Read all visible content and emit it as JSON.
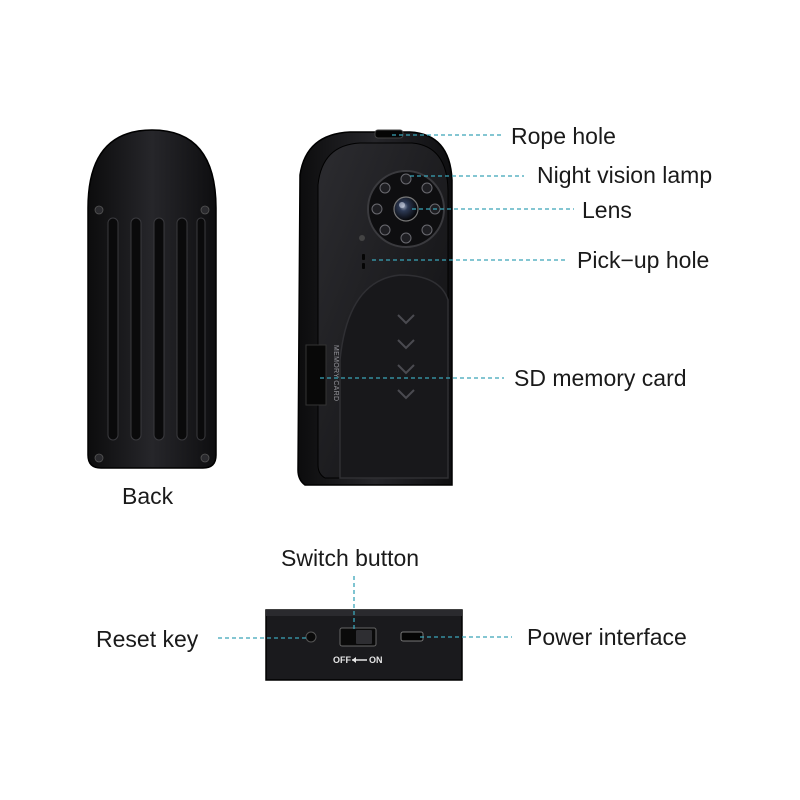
{
  "labels": {
    "rope_hole": "Rope hole",
    "night_vision_lamp": "Night vision lamp",
    "lens": "Lens",
    "pickup_hole": "Pick−up hole",
    "sd_memory_card": "SD memory card",
    "back": "Back",
    "switch_button": "Switch button",
    "reset_key": "Reset key",
    "power_interface": "Power interface"
  },
  "device_markings": {
    "memory_card": "MEMORY CARD",
    "switch_off": "OFF",
    "switch_on": "ON"
  },
  "colors": {
    "leader_line": "#3aa5b8",
    "device_body": "#1c1c1e"
  }
}
